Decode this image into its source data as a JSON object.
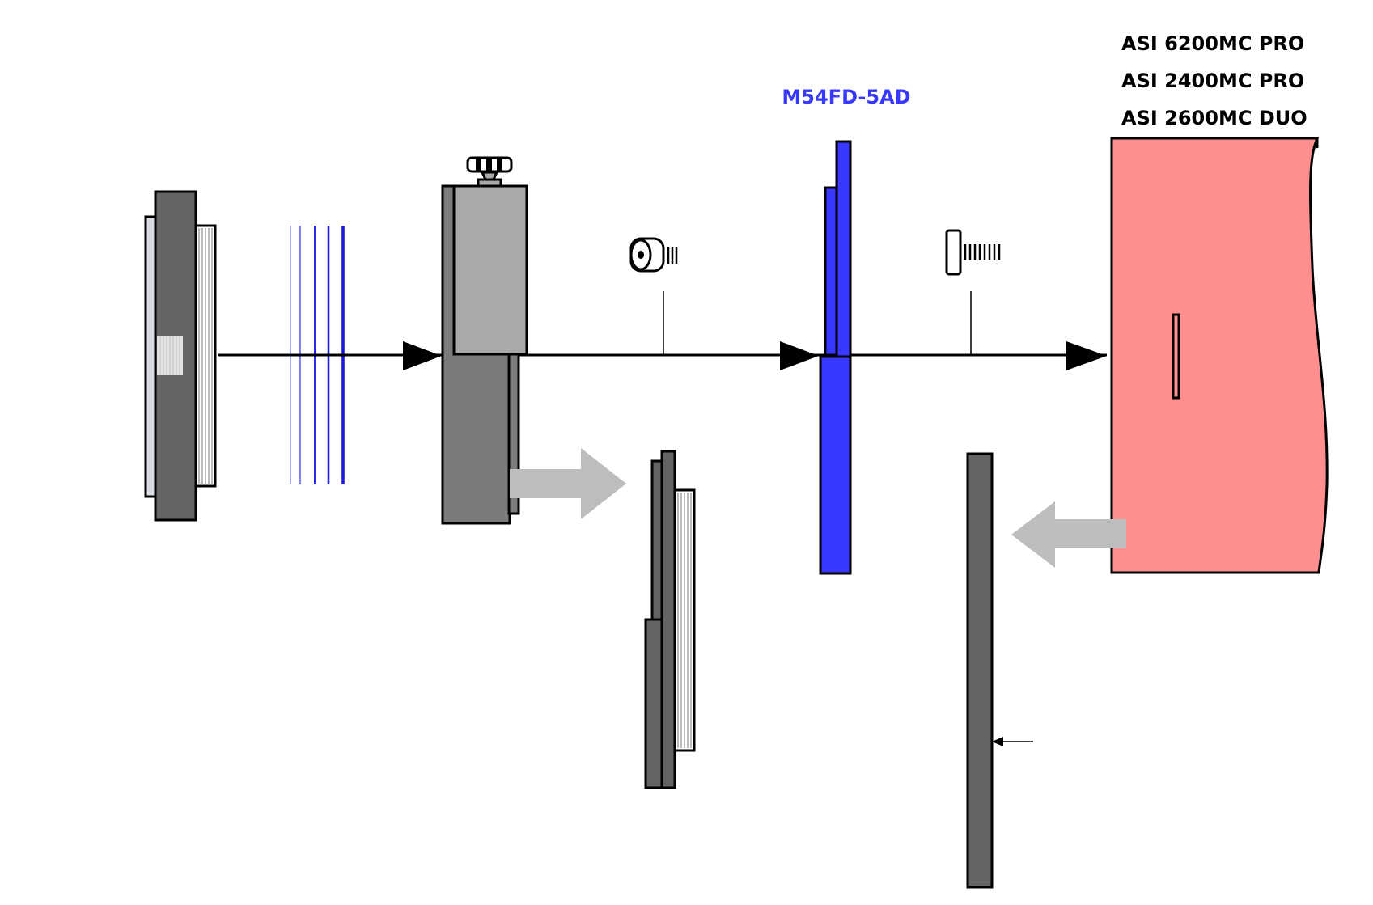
{
  "labels": {
    "adapter": "M54FD-5AD",
    "camera_models": [
      "ASI 6200MC PRO",
      "ASI 2400MC PRO",
      "ASI 2600MC DUO"
    ]
  },
  "colors": {
    "adapter_blue": "#3838ff",
    "filter_line_blue": "#2a2ad8",
    "camera_pink": "#ff8f8f",
    "dark_gray": "#646464",
    "mid_gray": "#7b7b7b",
    "light_gray": "#a9a9a9",
    "hint_arrow_gray": "#bdbdbd"
  },
  "icons": [
    "focuser-knob-icon",
    "spacer-ring-icon",
    "screw-icon",
    "optical-path-arrow-icon",
    "move-hint-arrow-icon"
  ]
}
